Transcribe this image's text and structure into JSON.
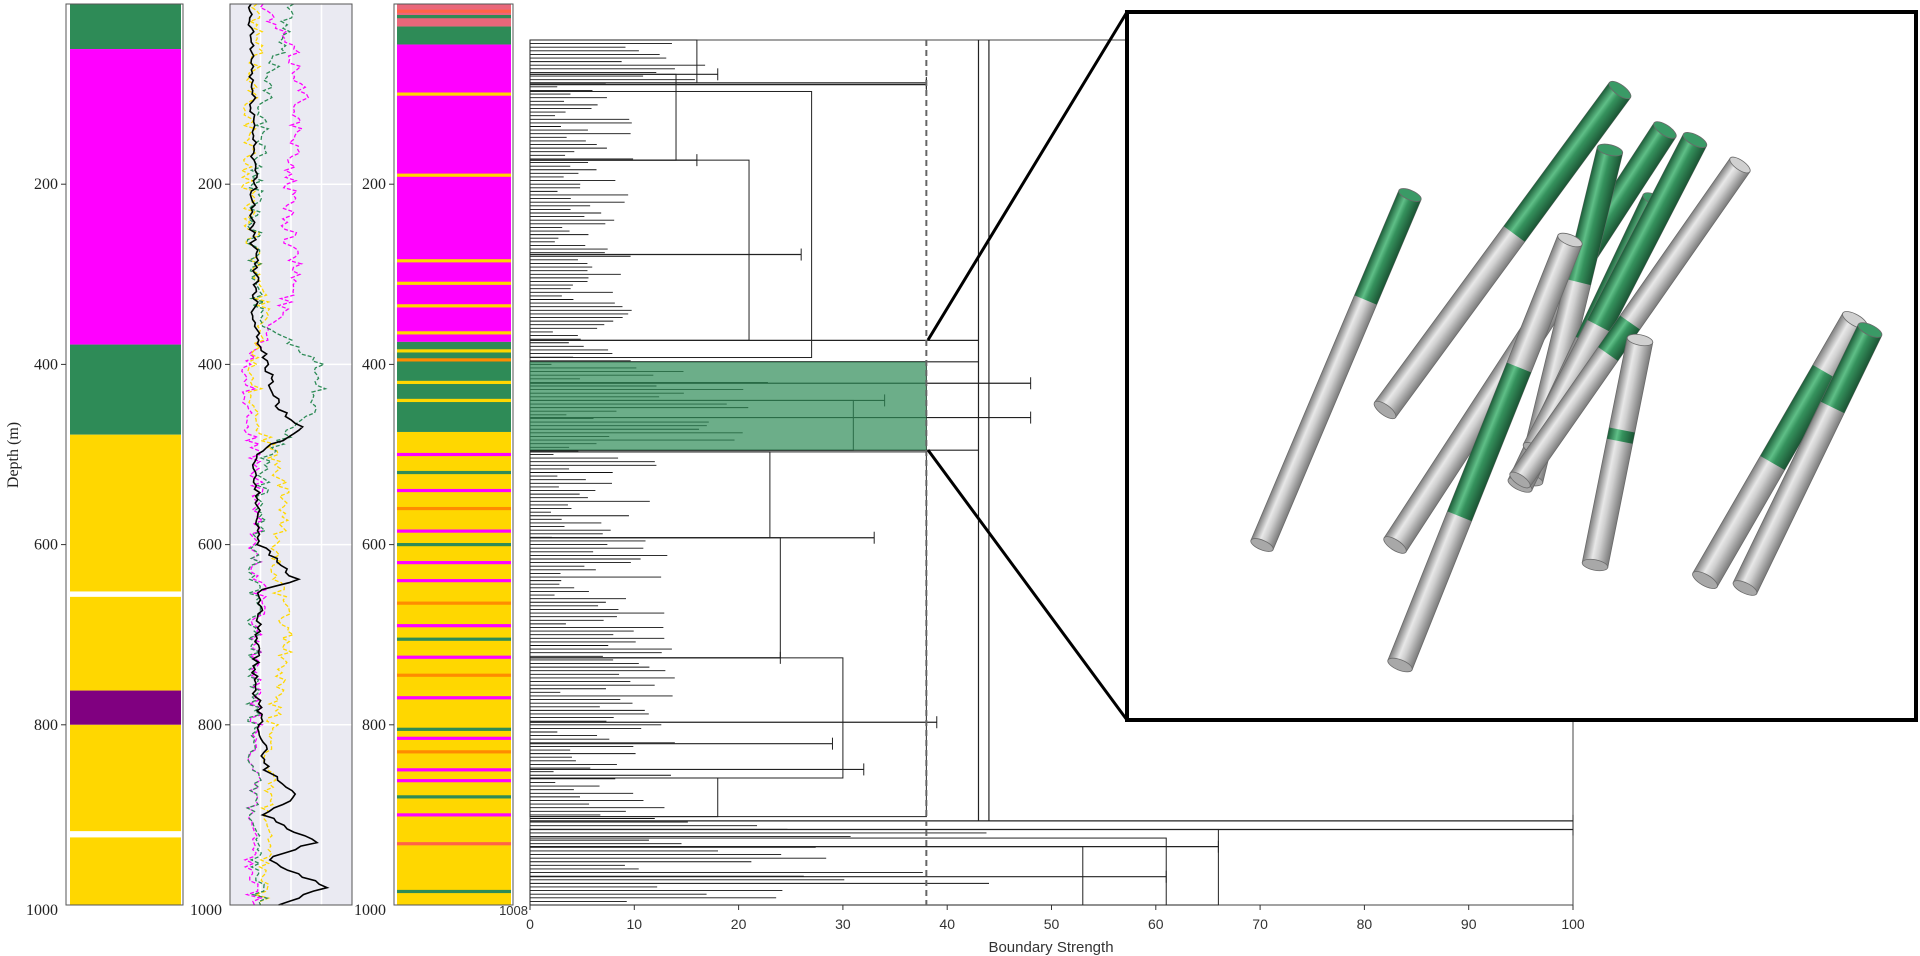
{
  "colors": {
    "green": "#2e8b57",
    "magenta": "#ff00ff",
    "gold": "#ffd700",
    "purple": "#800080",
    "highlight": "#2e8b57",
    "tube_gray": "#b4b4b4",
    "tube_green": "#2e8b57",
    "log_panel_bg": "#eaeaf2"
  },
  "chart_data": [
    {
      "type": "area",
      "panel": "lithology-column",
      "ylabel": "Depth (m)",
      "ylim": [
        0,
        1000
      ],
      "yticks": [
        200,
        400,
        600,
        800
      ],
      "ytick_partial": "1000",
      "intervals": [
        {
          "top": 0,
          "bottom": 50,
          "class": "green"
        },
        {
          "top": 50,
          "bottom": 378,
          "class": "magenta"
        },
        {
          "top": 378,
          "bottom": 478,
          "class": "green"
        },
        {
          "top": 478,
          "bottom": 652,
          "class": "gold"
        },
        {
          "top": 658,
          "bottom": 762,
          "class": "gold"
        },
        {
          "top": 762,
          "bottom": 800,
          "class": "purple"
        },
        {
          "top": 800,
          "bottom": 918,
          "class": "gold"
        },
        {
          "top": 925,
          "bottom": 1000,
          "class": "gold"
        }
      ]
    },
    {
      "type": "line",
      "panel": "well-logs",
      "ylim": [
        0,
        1000
      ],
      "yticks": [
        200,
        400,
        600,
        800
      ],
      "ytick_partial": "1000",
      "grid": true,
      "series": [
        {
          "color": "#ff00ff",
          "style": "dashed",
          "depth": [
            0,
            50,
            100,
            150,
            200,
            250,
            300,
            350,
            400,
            450,
            500,
            550,
            600,
            650,
            700,
            750,
            800,
            850,
            900,
            950,
            1000
          ],
          "value": [
            0.25,
            0.5,
            0.6,
            0.52,
            0.5,
            0.48,
            0.55,
            0.4,
            0.15,
            0.15,
            0.2,
            0.22,
            0.2,
            0.25,
            0.22,
            0.2,
            0.22,
            0.2,
            0.18,
            0.15,
            0.2
          ]
        },
        {
          "color": "#ffd700",
          "style": "dashed",
          "depth": [
            0,
            50,
            100,
            150,
            200,
            250,
            300,
            350,
            400,
            450,
            500,
            550,
            600,
            650,
            700,
            750,
            800,
            850,
            900,
            950,
            1000
          ],
          "value": [
            0.2,
            0.22,
            0.18,
            0.15,
            0.15,
            0.18,
            0.22,
            0.3,
            0.2,
            0.2,
            0.35,
            0.45,
            0.38,
            0.4,
            0.48,
            0.4,
            0.35,
            0.32,
            0.3,
            0.28,
            0.25
          ]
        },
        {
          "color": "#2e8b57",
          "style": "dashed",
          "depth": [
            0,
            50,
            100,
            150,
            200,
            250,
            300,
            350,
            400,
            450,
            500,
            550,
            600,
            650,
            700,
            750,
            800,
            850,
            900,
            950,
            1000
          ],
          "value": [
            0.5,
            0.4,
            0.3,
            0.25,
            0.22,
            0.2,
            0.2,
            0.25,
            0.75,
            0.7,
            0.3,
            0.25,
            0.22,
            0.2,
            0.2,
            0.18,
            0.2,
            0.2,
            0.18,
            0.2,
            0.25
          ]
        },
        {
          "color": "#000000",
          "style": "solid",
          "depth": [
            0,
            50,
            100,
            150,
            200,
            250,
            300,
            350,
            400,
            450,
            470,
            500,
            550,
            600,
            640,
            650,
            700,
            750,
            800,
            850,
            880,
            900,
            930,
            950,
            980,
            1000
          ],
          "value": [
            0.15,
            0.18,
            0.18,
            0.2,
            0.2,
            0.18,
            0.22,
            0.2,
            0.3,
            0.4,
            0.6,
            0.2,
            0.22,
            0.25,
            0.55,
            0.25,
            0.22,
            0.2,
            0.25,
            0.3,
            0.55,
            0.28,
            0.7,
            0.3,
            0.8,
            0.4
          ]
        }
      ]
    },
    {
      "type": "area",
      "panel": "facies-column",
      "ylim": [
        0,
        1000
      ],
      "yticks": [
        200,
        400,
        600,
        800
      ],
      "ytick_partial": "1000",
      "intervals": [
        {
          "top": 0,
          "bottom": 25,
          "class": "mixed"
        },
        {
          "top": 25,
          "bottom": 45,
          "class": "green"
        },
        {
          "top": 45,
          "bottom": 375,
          "class": "magenta"
        },
        {
          "top": 375,
          "bottom": 475,
          "class": "green"
        },
        {
          "top": 475,
          "bottom": 1000,
          "class": "gold"
        }
      ],
      "thin_layers": [
        {
          "depth": 8,
          "color": "#ff6347"
        },
        {
          "depth": 14,
          "color": "#2e8b57"
        },
        {
          "depth": 100,
          "color": "#ffd700"
        },
        {
          "depth": 190,
          "color": "#ffd700"
        },
        {
          "depth": 285,
          "color": "#ffd700"
        },
        {
          "depth": 310,
          "color": "#ffd700"
        },
        {
          "depth": 335,
          "color": "#ffd700"
        },
        {
          "depth": 365,
          "color": "#ffd700"
        },
        {
          "depth": 385,
          "color": "#ffd700"
        },
        {
          "depth": 395,
          "color": "#ff8c00"
        },
        {
          "depth": 420,
          "color": "#ffd700"
        },
        {
          "depth": 440,
          "color": "#ffd700"
        },
        {
          "depth": 500,
          "color": "#ff00ff"
        },
        {
          "depth": 520,
          "color": "#2e8b57"
        },
        {
          "depth": 540,
          "color": "#ff00ff"
        },
        {
          "depth": 560,
          "color": "#ff8c00"
        },
        {
          "depth": 585,
          "color": "#ff00ff"
        },
        {
          "depth": 600,
          "color": "#2e8b57"
        },
        {
          "depth": 620,
          "color": "#ff00ff"
        },
        {
          "depth": 640,
          "color": "#ff00ff"
        },
        {
          "depth": 665,
          "color": "#ff8c00"
        },
        {
          "depth": 690,
          "color": "#ff00ff"
        },
        {
          "depth": 705,
          "color": "#2e8b57"
        },
        {
          "depth": 725,
          "color": "#ff00ff"
        },
        {
          "depth": 745,
          "color": "#ff8c00"
        },
        {
          "depth": 770,
          "color": "#ff00ff"
        },
        {
          "depth": 805,
          "color": "#2e8b57"
        },
        {
          "depth": 815,
          "color": "#ff00ff"
        },
        {
          "depth": 830,
          "color": "#ff8c00"
        },
        {
          "depth": 850,
          "color": "#ff00ff"
        },
        {
          "depth": 862,
          "color": "#ff00ff"
        },
        {
          "depth": 880,
          "color": "#2e8b57"
        },
        {
          "depth": 900,
          "color": "#ff00ff"
        },
        {
          "depth": 932,
          "color": "#ff6347"
        },
        {
          "depth": 985,
          "color": "#2e8b57"
        }
      ]
    },
    {
      "type": "bar",
      "panel": "boundary-dendrogram",
      "xlabel": "Boundary Strength",
      "xlim": [
        0,
        100
      ],
      "xticks": [
        0,
        10,
        20,
        30,
        40,
        50,
        60,
        70,
        80,
        90,
        100
      ],
      "ylim": [
        0,
        1008
      ],
      "ytick_label": "1008",
      "threshold": 38,
      "highlight": {
        "top": 375,
        "bottom": 478
      },
      "boundaries": [
        {
          "depth": 375,
          "strength": 43
        },
        {
          "depth": 478,
          "strength": 43
        },
        {
          "depth": 910,
          "strength": 100
        },
        {
          "depth": 920,
          "strength": 100
        },
        {
          "depth": 50,
          "strength": 38
        },
        {
          "depth": 52,
          "strength": 38
        },
        {
          "depth": 795,
          "strength": 39
        },
        {
          "depth": 350,
          "strength": 43
        },
        {
          "depth": 400,
          "strength": 48
        },
        {
          "depth": 440,
          "strength": 48
        },
        {
          "depth": 40,
          "strength": 18
        },
        {
          "depth": 140,
          "strength": 16
        },
        {
          "depth": 250,
          "strength": 26
        },
        {
          "depth": 420,
          "strength": 34
        },
        {
          "depth": 580,
          "strength": 33
        },
        {
          "depth": 720,
          "strength": 24
        },
        {
          "depth": 820,
          "strength": 29
        },
        {
          "depth": 850,
          "strength": 32
        },
        {
          "depth": 940,
          "strength": 66
        },
        {
          "depth": 975,
          "strength": 61
        }
      ]
    }
  ],
  "inset": {
    "type": "3d-borehole-view",
    "tubes": [
      {
        "id": "t1",
        "green_start": 0.0,
        "green_end": 0.3
      },
      {
        "id": "t2",
        "green_start": 0.0,
        "green_end": 0.45
      },
      {
        "id": "t3",
        "green_start": 0.0,
        "green_end": 0.35
      },
      {
        "id": "t4",
        "green_start": 0.0,
        "green_end": 0.4
      },
      {
        "id": "t5",
        "green_start": 0.0,
        "green_end": 0.5
      },
      {
        "id": "t6",
        "green_start": 0.0,
        "green_end": 0.6
      },
      {
        "id": "t7",
        "green_start": 0.5,
        "green_end": 0.6
      },
      {
        "id": "t8",
        "green_start": 0.3,
        "green_end": 0.65
      },
      {
        "id": "t9",
        "green_start": 0.4,
        "green_end": 0.45
      },
      {
        "id": "t10",
        "green_start": 0.2,
        "green_end": 0.55
      }
    ]
  }
}
